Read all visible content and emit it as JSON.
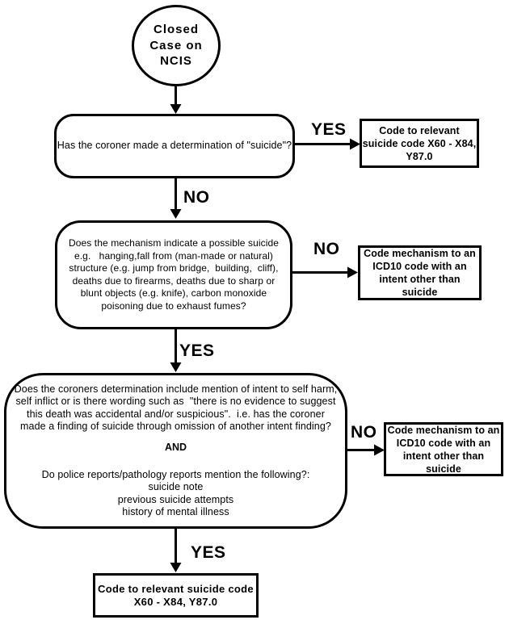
{
  "flowchart": {
    "start": {
      "lines": [
        "Closed",
        "Case on",
        "NCIS"
      ]
    },
    "q1": {
      "text": "Has the coroner made a determination of \"suicide\"?"
    },
    "q2": {
      "lines": [
        "Does the mechanism indicate a possible suicide",
        "e.g.   hanging,fall from (man-made or natural)",
        "structure (e.g. jump from bridge,  building,  cliff),",
        "deaths due to firearms, deaths due to sharp or",
        "blunt objects (e.g. knife), carbon monoxide",
        "poisoning due to exhaust fumes?"
      ]
    },
    "q3": {
      "para1_lines": [
        "Does the coroners determination include mention of intent to self harm,",
        "self inflict or is there wording such as  \"there is no evidence to suggest",
        "this death was accidental and/or suspicious\".  i.e. has the coroner",
        "made a finding of suicide through omission of another intent finding?"
      ],
      "and_label": "AND",
      "para2_lines": [
        "Do police reports/pathology reports mention the following?:",
        "suicide note",
        "previous suicide attempts",
        "history of mental illness"
      ]
    },
    "t1": {
      "lines": [
        "Code to relevant",
        "suicide code X60 - X84,",
        "Y87.0"
      ]
    },
    "t2": {
      "lines": [
        "Code mechanism to an",
        "ICD10 code with an",
        "intent other than",
        "suicide"
      ]
    },
    "t3": {
      "lines": [
        "Code mechanism to an",
        "ICD10 code with an",
        "intent other than",
        "suicide"
      ]
    },
    "t4": {
      "lines": [
        "Code to relevant suicide code",
        "X60 - X84, Y87.0"
      ]
    },
    "labels": {
      "yes1": "YES",
      "no1": "NO",
      "no2": "NO",
      "yes2": "YES",
      "no3": "NO",
      "yes3": "YES"
    },
    "colors": {
      "line": "#000000",
      "background": "#ffffff",
      "text": "#000000"
    }
  }
}
